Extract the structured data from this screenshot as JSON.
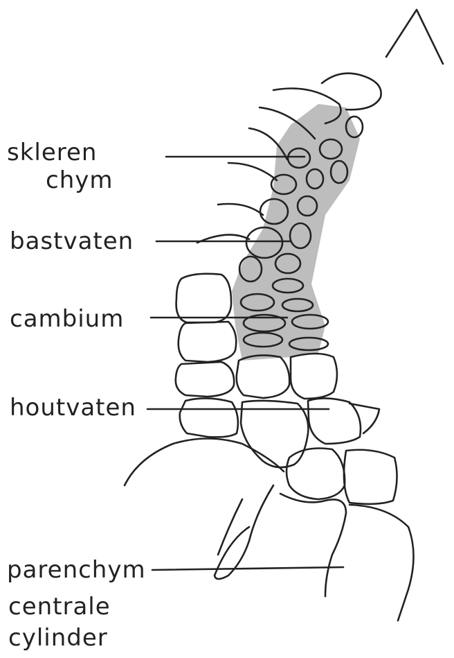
{
  "labels": {
    "skleren_1": "skleren",
    "skleren_2": "chym",
    "bastvaten": "bastvaten",
    "cambium": "cambium",
    "houtvaten": "houtvaten",
    "parenchym": "parenchym",
    "centrale": "centrale",
    "cylinder": "cylinder"
  },
  "marks": {
    "corner_symbol": "chevron-up-icon"
  },
  "colors": {
    "ink": "#222222",
    "sclerenchyma_shade": "#b8b8b8",
    "background": "#ffffff"
  }
}
